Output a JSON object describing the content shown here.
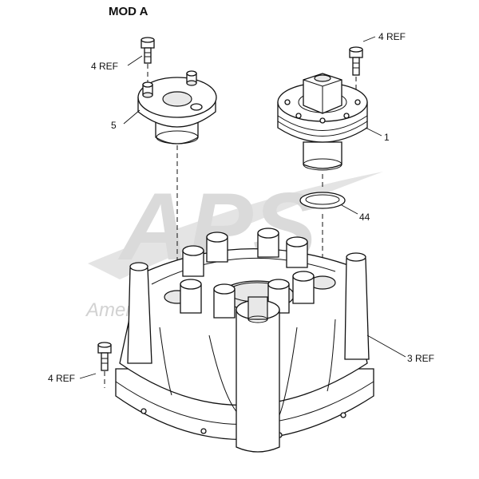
{
  "title": "MOD A",
  "watermark": {
    "logo": "APS",
    "text": "American Petroleum Services"
  },
  "callouts": {
    "bolt_top_left": "4 REF",
    "bolt_top_right": "4 REF",
    "bolt_bottom_left": "4 REF",
    "flange": "5",
    "valve_assembly": "1",
    "seal_ring": "44",
    "housing": "3 REF"
  }
}
